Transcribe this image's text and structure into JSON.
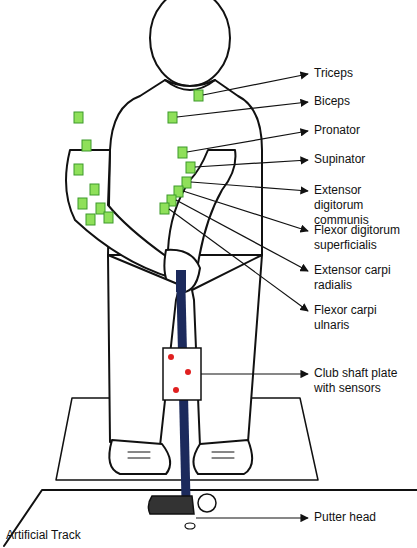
{
  "diagram": {
    "labels": [
      "Triceps",
      "Biceps",
      "Pronator",
      "Supinator",
      "Extensor digitorum communis",
      "Flexor digitorum superficialis",
      "Extensor carpi radialis",
      "Flexor carpi ulnaris",
      "Club shaft plate with sensors",
      "Putter head",
      "Artificial Track"
    ]
  }
}
